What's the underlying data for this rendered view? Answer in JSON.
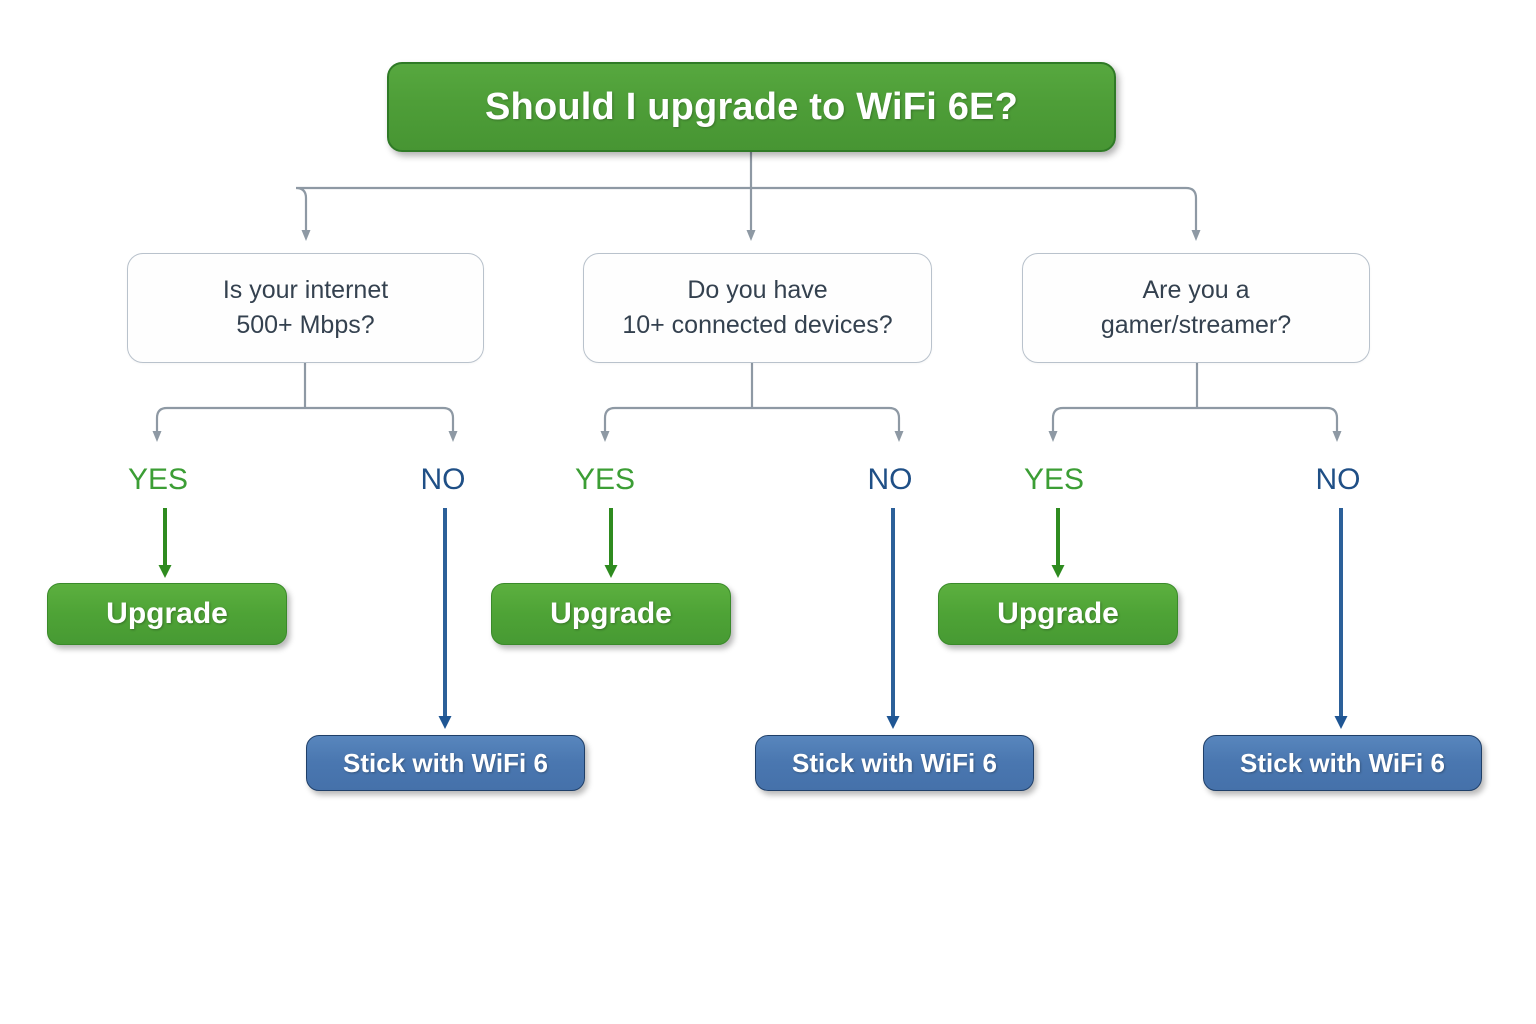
{
  "diagram": {
    "title_node": {
      "label": "Should I upgrade to WiFi 6E?",
      "color": "#4e9e38"
    },
    "decisions": [
      {
        "line1": "Is your internet",
        "line2": "500+ Mbps?"
      },
      {
        "line1": "Do you have",
        "line2": "10+ connected devices?"
      },
      {
        "line1": "Are you a",
        "line2": "gamer/streamer?"
      }
    ],
    "branch_labels": {
      "yes": "YES",
      "no": "NO",
      "yes_color": "#3c9e35",
      "no_color": "#1f4f86"
    },
    "outcomes": {
      "upgrade": "Upgrade",
      "stick": "Stick with WiFi 6",
      "upgrade_color": "#4e9e38",
      "stick_color": "#4a77b0"
    },
    "connector_color": "#8e99a4"
  }
}
